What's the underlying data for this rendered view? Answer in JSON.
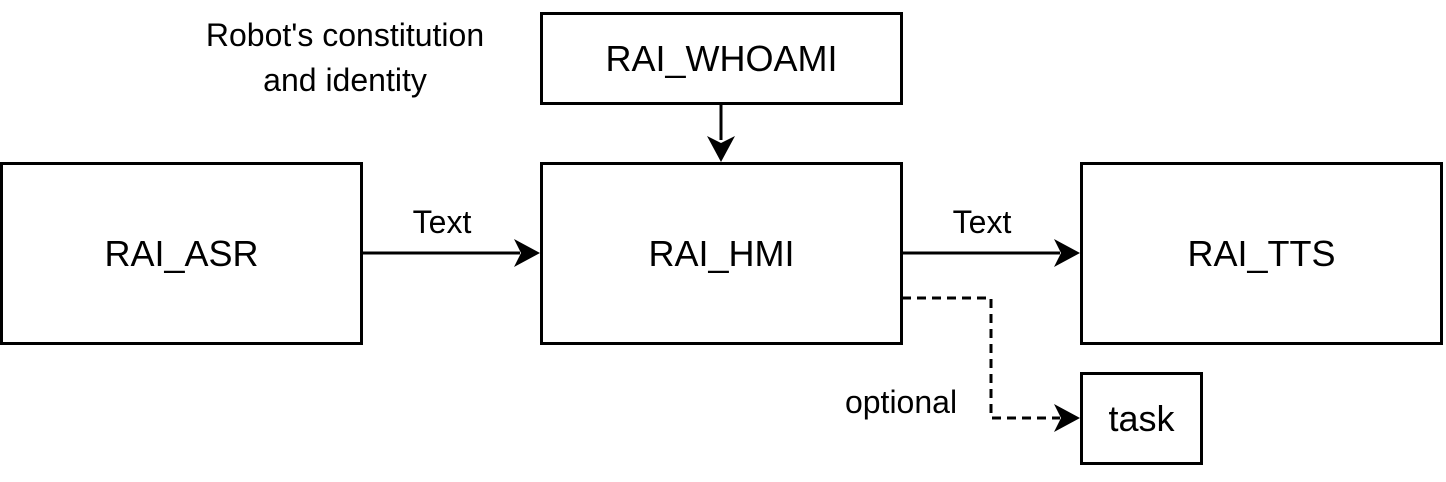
{
  "nodes": {
    "whoami": "RAI_WHOAMI",
    "asr": "RAI_ASR",
    "hmi": "RAI_HMI",
    "tts": "RAI_TTS",
    "task": "task"
  },
  "annotations": {
    "identity_line1": "Robot's constitution",
    "identity_line2": "and identity",
    "asr_to_hmi": "Text",
    "hmi_to_tts": "Text",
    "hmi_to_task": "optional"
  },
  "colors": {
    "stroke": "#000000",
    "background": "#ffffff"
  }
}
